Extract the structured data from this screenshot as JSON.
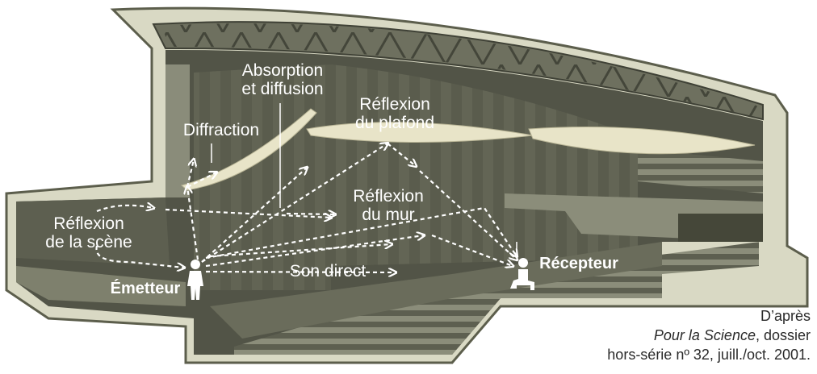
{
  "labels": {
    "absorption_line1": "Absorption",
    "absorption_line2": "et diffusion",
    "reflexion_plafond_line1": "Réflexion",
    "reflexion_plafond_line2": "du plafond",
    "diffraction": "Diffraction",
    "reflexion_mur_line1": "Réflexion",
    "reflexion_mur_line2": "du mur",
    "reflexion_scene_line1": "Réflexion",
    "reflexion_scene_line2": "de la scène",
    "son_direct": "Son direct",
    "emetteur": "Émetteur",
    "recepteur": "Récepteur"
  },
  "credit": {
    "line1": "D’après",
    "publication": "Pour la Science",
    "line2_suffix": ", dossier",
    "line3": "hors-série nº 32, juill./oct. 2001."
  },
  "colors": {
    "outline_fill": "#d9d9c4",
    "outline_stroke": "#5c5e4c",
    "hall_dark": "#525447",
    "hall_mid": "#6e705f",
    "panel": "#e8e4c8",
    "arrow": "#ffffff"
  }
}
